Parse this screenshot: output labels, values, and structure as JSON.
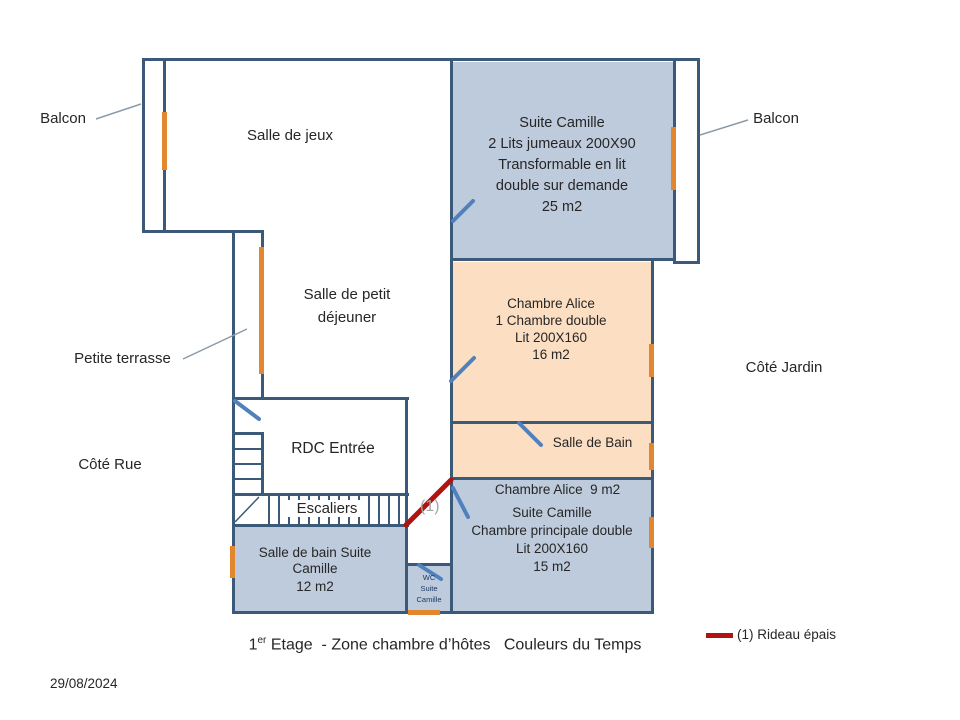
{
  "meta": {
    "date": "29/08/2024",
    "title_num": "1",
    "title_sup": "er",
    "title_rest": " Etage  - Zone chambre d’hôtes   Couleurs du Temps"
  },
  "legend": {
    "curtain_label": "(1) Rideau épais"
  },
  "annotations": {
    "curtain_ref": "(1)"
  },
  "outside_labels": {
    "balcon_left": "Balcon",
    "balcon_right": "Balcon",
    "petite_terrasse": "Petite terrasse",
    "cote_rue": "Côté Rue",
    "cote_jardin": "Côté Jardin"
  },
  "rooms": {
    "salle_de_jeux": {
      "lines": [
        "Salle de jeux"
      ]
    },
    "suite_camille_haut": {
      "lines": [
        "Suite Camille",
        "2 Lits jumeaux 200X90",
        "Transformable en lit",
        "double sur demande",
        "25 m2"
      ]
    },
    "salle_petit_dejeuner": {
      "lines": [
        "Salle de petit",
        "déjeuner"
      ]
    },
    "chambre_alice": {
      "lines": [
        "Chambre Alice",
        "1 Chambre double",
        "Lit 200X160",
        "16 m2"
      ]
    },
    "sdb_alice": {
      "line1": "Salle de Bain",
      "line2": "Chambre Alice  9 m2"
    },
    "rdc_entree": {
      "label": "RDC Entrée"
    },
    "escaliers": {
      "label": "Escaliers"
    },
    "sdb_suite_camille": {
      "lines": [
        "Salle de bain Suite",
        "Camille",
        "12 m2"
      ]
    },
    "wc_suite_camille": {
      "lines": [
        "WC",
        "Suite",
        "Camille"
      ]
    },
    "suite_camille_principale": {
      "lines": [
        "Suite Camille",
        "Chambre principale double",
        "Lit 200X160",
        "15 m2"
      ]
    }
  },
  "colors": {
    "wall": "#3b5a7a",
    "room_blue": "#becbdc",
    "room_peach": "#fcdfc2",
    "window_marker": "#e2872f",
    "door": "#4f81bd",
    "curtain_red": "#b01410",
    "ref_gray": "#a6a6a6"
  }
}
